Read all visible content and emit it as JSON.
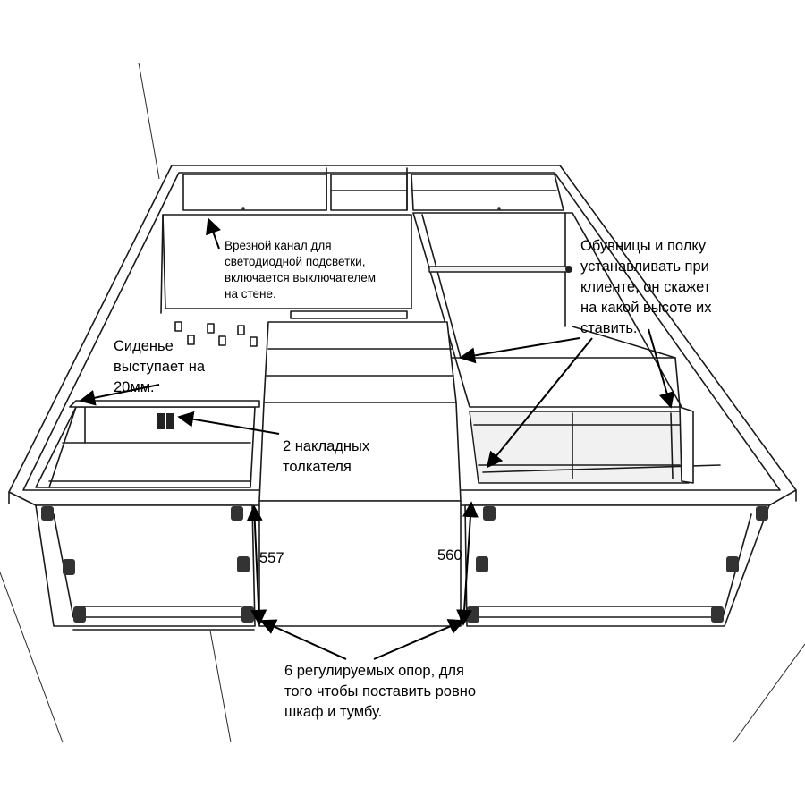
{
  "annotations": {
    "led_channel": "Врезной канал для\nсветодиодной подсветки,\nвключается выключателем\nна стене.",
    "shoe_racks": "Обувницы и полку\nустанавливать при\nклиенте, он скажет\nна какой высоте их\nставить.",
    "seat": "Сиденье\nвыступает на\n20мм.",
    "pushers": "2 накладных\nтолкателя",
    "dim_left": "557",
    "dim_right": "560",
    "supports": "6 регулируемых опор, для\nтого чтобы поставить ровно\nшкаф и тумбу."
  }
}
